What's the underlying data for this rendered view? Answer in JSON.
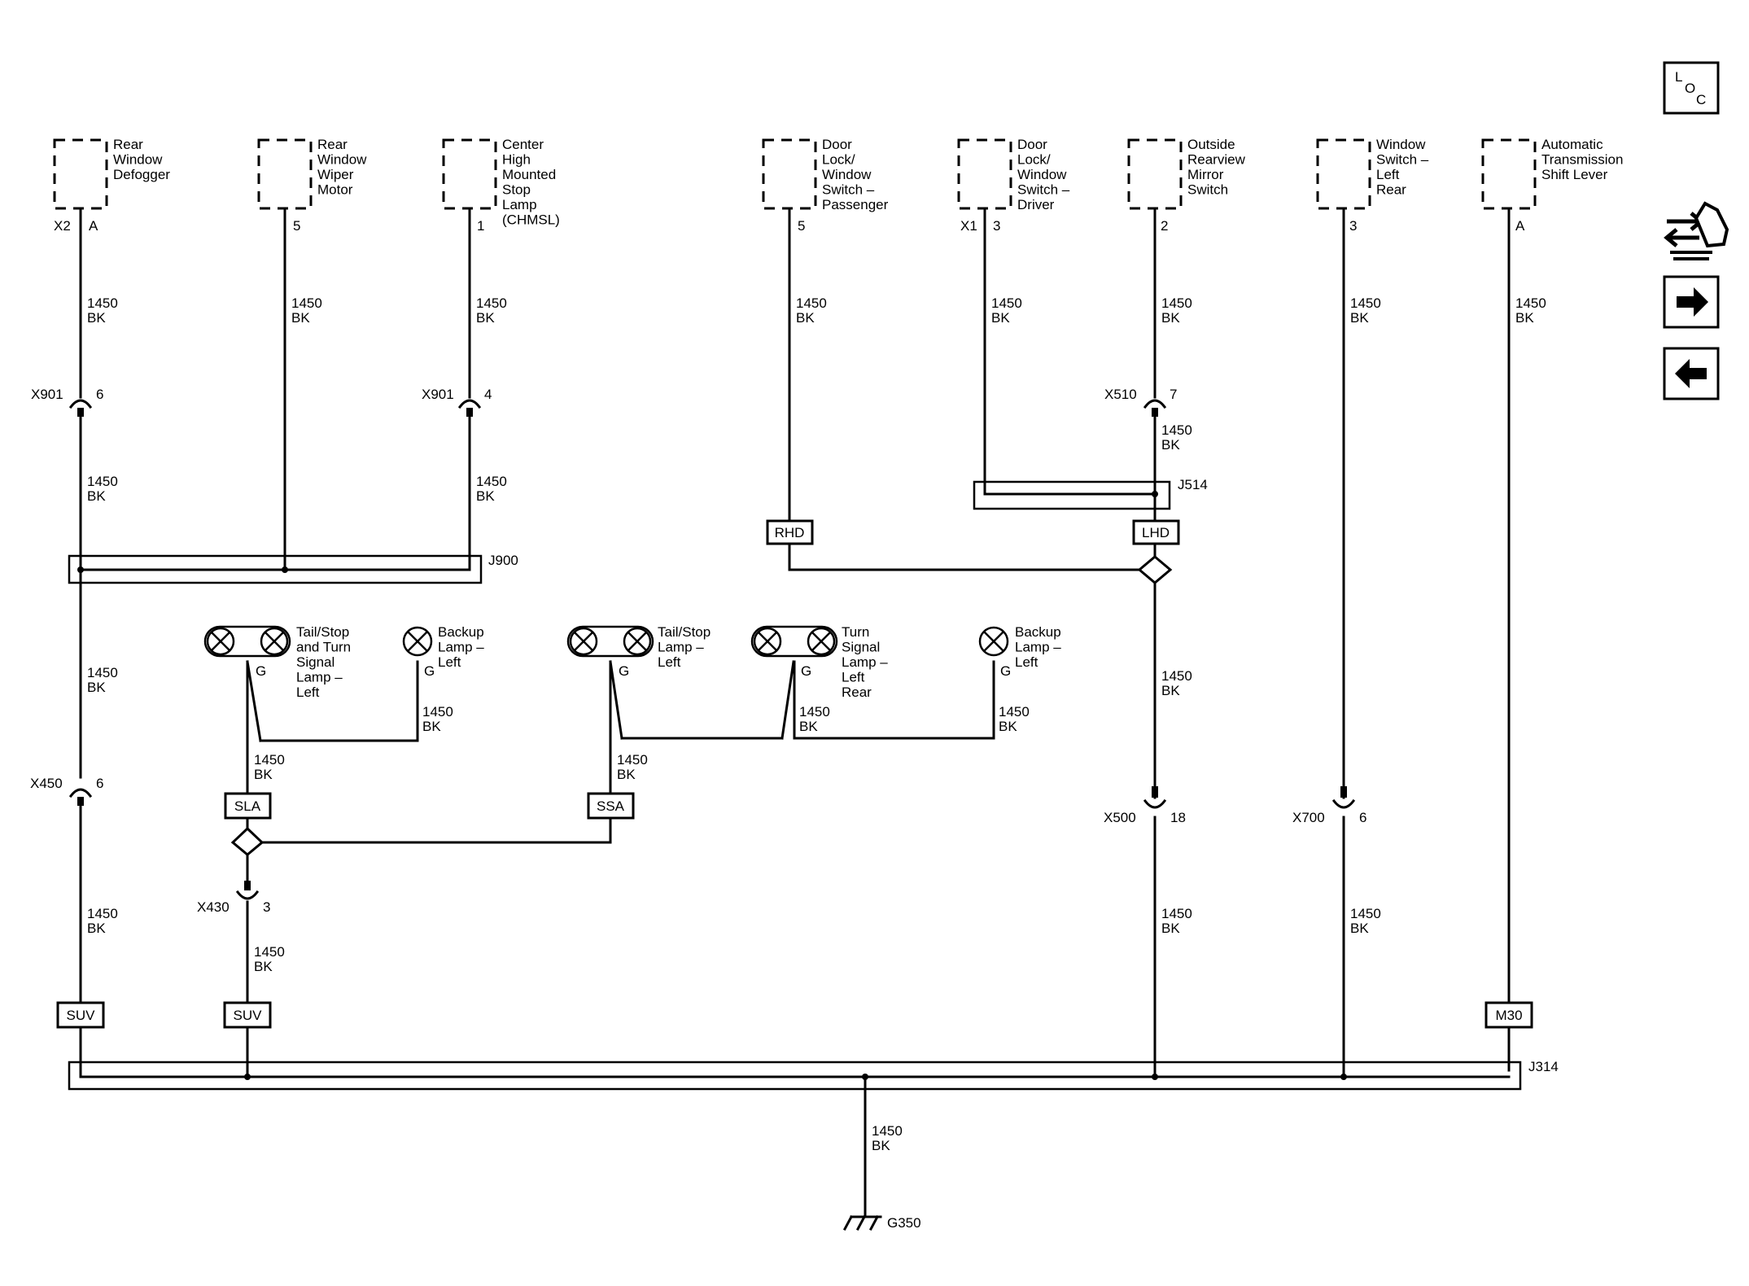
{
  "components": {
    "rear_defogger": "Rear\nWindow\nDefogger",
    "rear_wiper": "Rear\nWindow\nWiper\nMotor",
    "chmsl": "Center\nHigh\nMounted\nStop\nLamp\n(CHMSL)",
    "door_lock_passenger": "Door\nLock/\nWindow\nSwitch –\nPassenger",
    "door_lock_driver": "Door\nLock/\nWindow\nSwitch –\nDriver",
    "mirror_switch": "Outside\nRearview\nMirror\nSwitch",
    "window_switch_rear": "Window\nSwitch –\nLeft\nRear",
    "trans_shift_lever": "Automatic\nTransmission\nShift Lever",
    "tail_stop_turn_left": "Tail/Stop\nand Turn\nSignal\nLamp –\nLeft",
    "backup_left_1": "Backup\nLamp –\nLeft",
    "tail_stop_left": "Tail/Stop\nLamp –\nLeft",
    "turn_signal_rear": "Turn\nSignal\nLamp –\nLeft\nRear",
    "backup_left_2": "Backup\nLamp –\nLeft"
  },
  "pins": {
    "p_x2": "X2",
    "p_a1": "A",
    "p_5a": "5",
    "p_1": "1",
    "p_5b": "5",
    "p_x1": "X1",
    "p_3a": "3",
    "p_2": "2",
    "p_3b": "3",
    "p_a2": "A"
  },
  "wire": {
    "circuit": "1450",
    "color": "BK"
  },
  "connectors": {
    "x901a": "X901",
    "x901a_pin": "6",
    "x901b": "X901",
    "x901b_pin": "4",
    "x510": "X510",
    "x510_pin": "7",
    "x450": "X450",
    "x450_pin": "6",
    "x430": "X430",
    "x430_pin": "3",
    "x500": "X500",
    "x500_pin": "18",
    "x700": "X700",
    "x700_pin": "6"
  },
  "splices": {
    "j900": "J900",
    "j514": "J514",
    "j314": "J314"
  },
  "options": {
    "rhd": "RHD",
    "lhd": "LHD",
    "sla": "SLA",
    "ssa": "SSA",
    "suv1": "SUV",
    "suv2": "SUV",
    "m30": "M30"
  },
  "ground_pin": "G",
  "ground": "G350",
  "nav": {
    "loc_l": "L",
    "loc_o": "O",
    "loc_c": "C"
  }
}
